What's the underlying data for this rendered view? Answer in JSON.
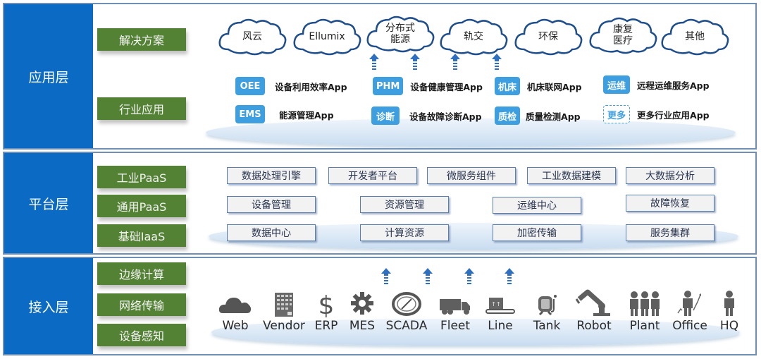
{
  "layers": {
    "application": {
      "title": "应用层",
      "tags": [
        "解决方案",
        "行业应用"
      ],
      "solutions": [
        "风云",
        "Ellumix",
        "分布式\n能源",
        "轨交",
        "环保",
        "康复\n医疗",
        "其他"
      ],
      "apps": [
        {
          "badge": "OEE",
          "name": "设备利用效率App"
        },
        {
          "badge": "PHM",
          "name": "设备健康管理App"
        },
        {
          "badge": "机床",
          "name": "机床联网App"
        },
        {
          "badge": "运维",
          "name": "远程运维服务App"
        },
        {
          "badge": "EMS",
          "name": "能源管理App"
        },
        {
          "badge": "诊断",
          "name": "设备故障诊断App"
        },
        {
          "badge": "质检",
          "name": "质量检测App"
        },
        {
          "badge": "更多",
          "name": "更多行业应用App"
        }
      ]
    },
    "platform": {
      "title": "平台层",
      "tags": [
        "工业PaaS",
        "通用PaaS",
        "基础IaaS"
      ],
      "modules": {
        "industrial_paas": [
          "数据处理引擎",
          "开发者平台",
          "微服务组件",
          "工业数据建模",
          "大数据分析"
        ],
        "general_paas": [
          "设备管理",
          "资源管理",
          "运维中心",
          "故障恢复"
        ],
        "base_iaas": [
          "数据中心",
          "计算资源",
          "加密传输",
          "服务集群"
        ]
      }
    },
    "access": {
      "title": "接入层",
      "tags": [
        "边缘计算",
        "网络传输",
        "设备感知"
      ],
      "devices": [
        {
          "label": "Web",
          "icon": "cloud-icon"
        },
        {
          "label": "Vendor",
          "icon": "building-icon"
        },
        {
          "label": "ERP",
          "icon": "dollar-icon"
        },
        {
          "label": "MES",
          "icon": "gear-icon"
        },
        {
          "label": "SCADA",
          "icon": "gauge-icon"
        },
        {
          "label": "Fleet",
          "icon": "truck-icon"
        },
        {
          "label": "Line",
          "icon": "conveyor-icon"
        },
        {
          "label": "Tank",
          "icon": "tank-icon"
        },
        {
          "label": "Robot",
          "icon": "robot-arm-icon"
        },
        {
          "label": "Plant",
          "icon": "workers-icon"
        },
        {
          "label": "Office",
          "icon": "businessman-chart-icon"
        },
        {
          "label": "HQ",
          "icon": "businessman-icon"
        }
      ]
    }
  },
  "colors": {
    "layer_title_bg": "#0a6ac4",
    "tag_bg": "#548235",
    "app_badge": "#3d9ee0",
    "arrow": "#2f6fbf",
    "border": "#6f8fb5",
    "icon_gray": "#5f5f5f"
  }
}
